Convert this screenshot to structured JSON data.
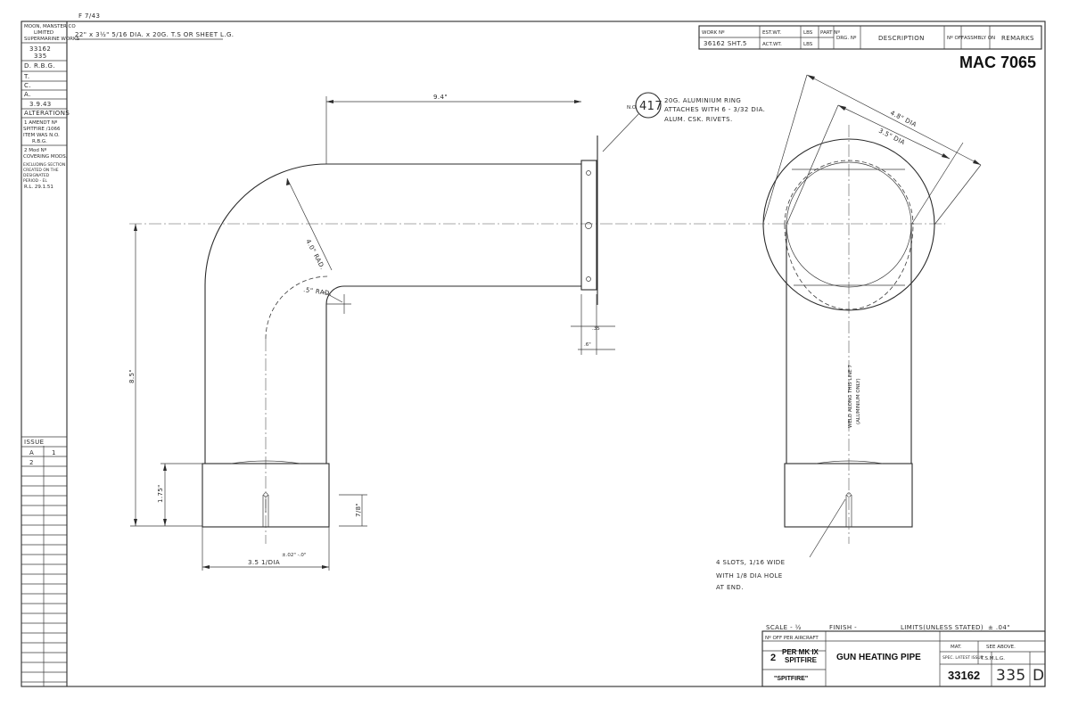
{
  "sheet_ref": "MAC 7065",
  "top_note": "F 7/43",
  "material_note": "22\" x 3½\" 5/16 DIA. x 20G. T.S OR SHEET L.G.",
  "left_block": {
    "company": [
      "MOON, MANSTER CO",
      "LIMITED",
      "SUPERMARINE WORKS"
    ],
    "drawing_no": "33162",
    "part": "335",
    "labels": [
      "D. R.B.G.",
      "T.",
      "C.",
      "A."
    ],
    "date": "3.9.43",
    "alterations_title": "ALTERATIONS",
    "alteration_1": [
      "1 AMENDT Nº",
      "SPITFIRE /1066",
      "ITEM WAS N.O.",
      "R.B.G."
    ],
    "alteration_2": [
      "2 Mod Nº",
      "COVERING MODS.",
      "EXCLUDING SECTION",
      "CREATED ON THE",
      "DESIGNATED",
      "PERIOD - EL",
      "R.L.  29.1.51"
    ],
    "issue_title": "ISSUE",
    "issue_rows": [
      [
        "A",
        "1"
      ],
      [
        "2",
        ""
      ]
    ]
  },
  "header_table": {
    "work_no_label": "WORK Nº",
    "work_no_value": "36162 SHT.5",
    "est_wt": "EST.WT.",
    "act_wt": "ACT.WT.",
    "lbs": "LBS",
    "part_no": "PART Nº",
    "drg_no": "DRG. Nº",
    "description": "DESCRIPTION",
    "no_off": "Nº OFF",
    "assembly_on": "ASSMBLY ON",
    "remarks": "REMARKS"
  },
  "callouts": {
    "ring_label": "N.O.",
    "ring_number": "417",
    "ring_note": [
      "20G. ALUMINIUM RING",
      "ATTACHES WITH 6 - 3/32 DIA.",
      "ALUM. CSK. RIVETS."
    ],
    "length_top": "9.4\"",
    "bend_radius": "4.0\" RAD.",
    "inner_radius": ".5\" RAD.",
    "dim_35": ".35",
    "dim_6": ".6\"",
    "height": "8.5\"",
    "collar_height": "1.75\"",
    "slot_depth": "7/8\"",
    "base_dia": "3.5 1/DIA",
    "tolerance": "±.02\" -.0\"",
    "outer_dia": "4.8\" DIA",
    "inner_dia": "3.5\" DIA",
    "weld_note": [
      "WELD ALONG THIS LINE 7",
      "(ALUMINIUM ONLY)"
    ],
    "slots_note": [
      "4 SLOTS, 1/16 WIDE",
      "WITH 1/8 DIA HOLE",
      "AT END."
    ]
  },
  "title_block": {
    "scale": "SCALE - ½",
    "finish": "FINISH -",
    "limits": "LIMITS(UNLESS STATED)",
    "limits_value": "± .04\"",
    "no_off_per_aircraft": "Nº OFF PER AIRCRAFT",
    "qty": "2",
    "per_mk": "PER MK IX",
    "aircraft": "SPITFIRE",
    "aircraft_quoted": "\"SPITFIRE\"",
    "title": "GUN HEATING PIPE",
    "mat_label": "MAT.",
    "mat_value": "SEE ABOVE.",
    "spec_label": "SPEC. LATEST ISSUE",
    "spec_value": "T.S.M.L.G.",
    "drawing_no": "33162",
    "part_no": "335",
    "issue": "D"
  }
}
